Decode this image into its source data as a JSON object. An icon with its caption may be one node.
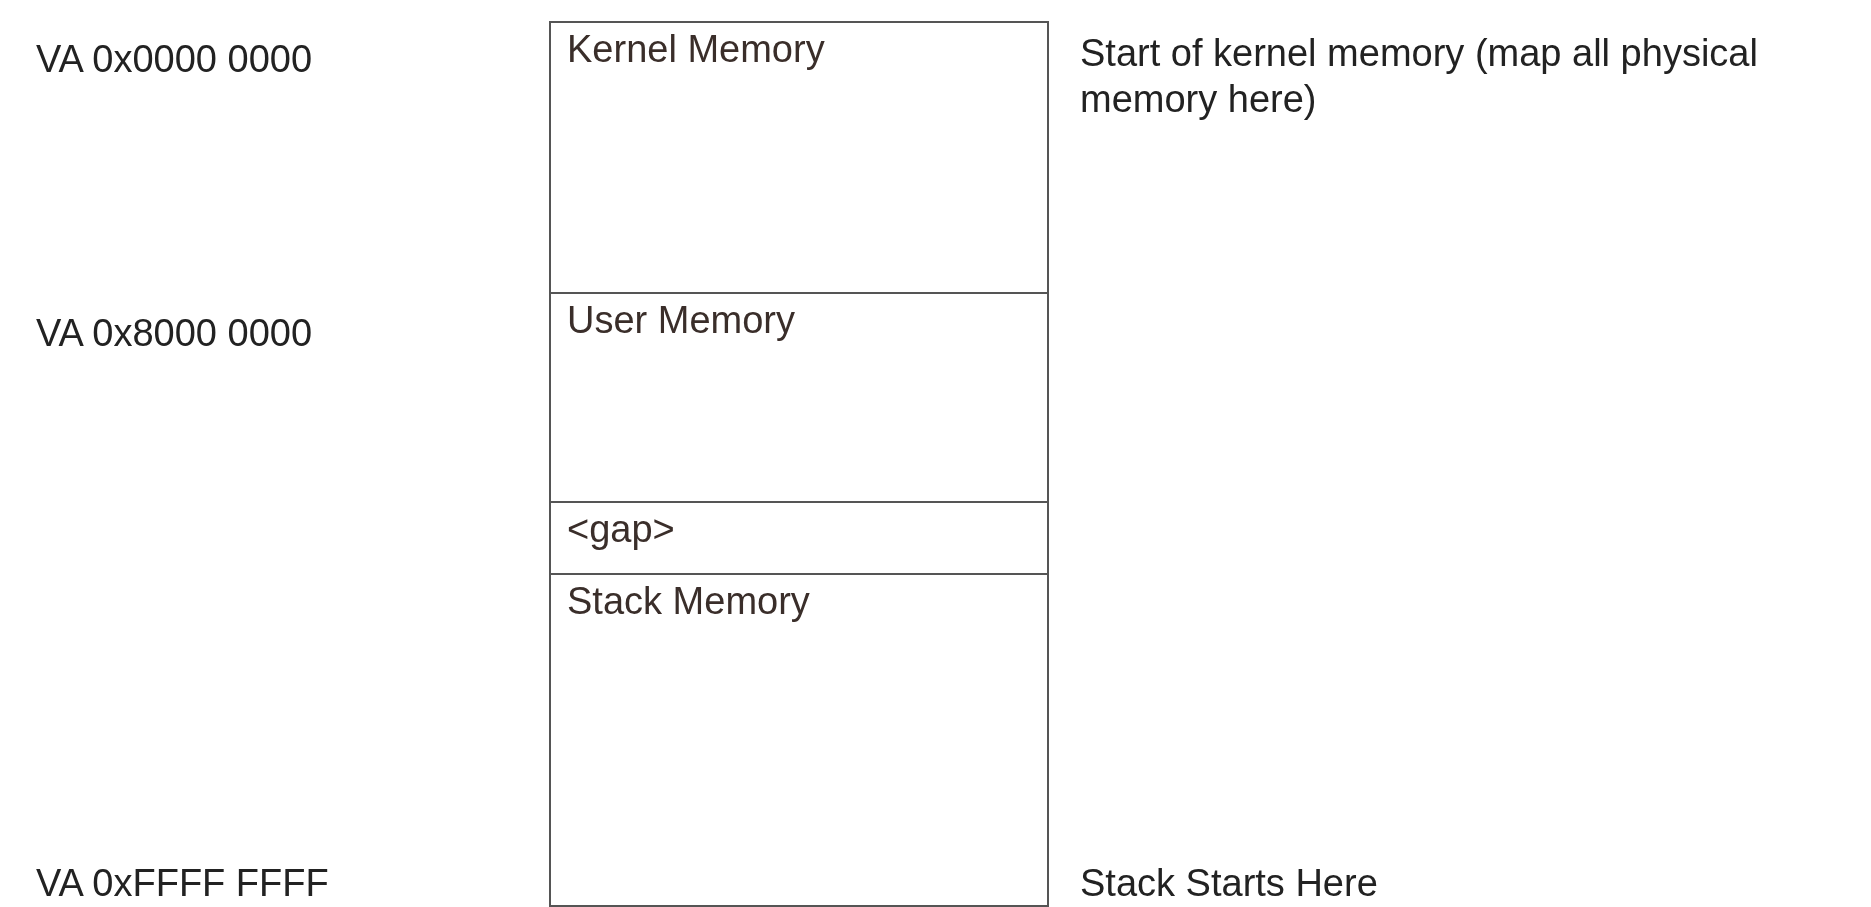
{
  "diagram": {
    "nodes": [
      {
        "text": [
          "Kernel Memory"
        ]
      },
      {
        "text": [
          "User Memory"
        ]
      },
      {
        "text": [
          "<gap>"
        ]
      },
      {
        "text": [
          "Stack Memory"
        ]
      }
    ],
    "labels": [
      "VA 0x0000 0000",
      "Start of kernel memory (map all physical memory here)",
      "VA 0x8000 0000",
      "VA 0xFFFF FFFF",
      "Stack Starts Here"
    ]
  }
}
